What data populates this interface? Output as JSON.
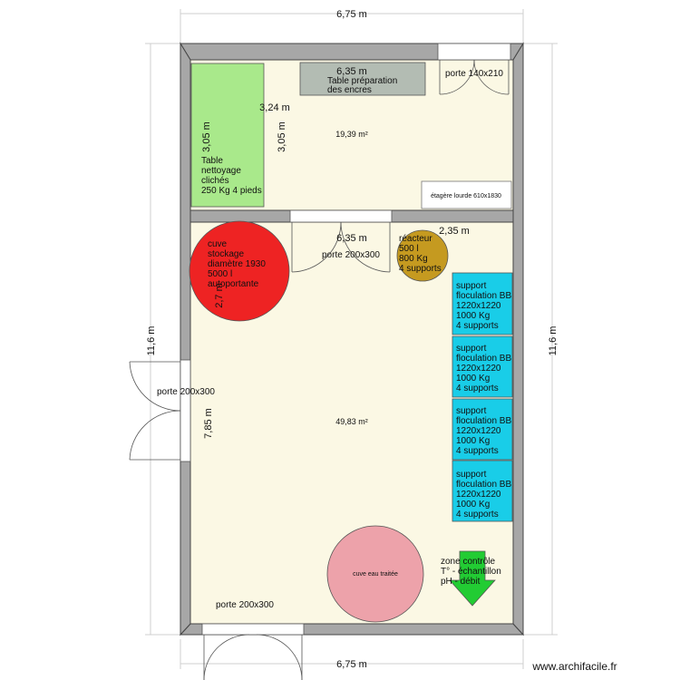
{
  "dimensions": {
    "top": "6,75 m",
    "bottom": "6,75 m",
    "left": "11,6 m",
    "right": "11,6 m",
    "upper_room_width": "6,35 m",
    "lower_room_width": "6,35 m",
    "upper_room_depth_a": "3,24 m",
    "upper_room_depth_b": "3,05 m",
    "upper_room_depth_c": "3,05 m",
    "reactor_offset": "2,35 m",
    "tank_offset": "2,7 m",
    "lower_room_depth": "7,85 m"
  },
  "rooms": {
    "upper_area": "19,39 m²",
    "lower_area": "49,83 m²"
  },
  "furniture": {
    "prep_table": [
      "Table préparation",
      "des encres"
    ],
    "cleaning_table": [
      "Table",
      "nettoyage",
      "clichés",
      "250 Kg 4 pieds"
    ],
    "shelf": "étagère lourde 610x1830",
    "storage_tank": [
      "cuve",
      "stockage",
      "diamètre 1930",
      "5000 l",
      "autoportante"
    ],
    "reactor": [
      "réacteur",
      "500 l",
      "800 Kg",
      "4 supports"
    ],
    "flocculation_supports": [
      [
        "support",
        "floculation BB",
        "1220x1220",
        "1000 Kg",
        "4 supports"
      ],
      [
        "support",
        "floculation BB",
        "1220x1220",
        "1000 Kg",
        "4 supports"
      ],
      [
        "support",
        "floculation BB",
        "1220x1220",
        "1000 Kg",
        "4 supports"
      ],
      [
        "support",
        "floculation BB",
        "1220x1220",
        "1000 Kg",
        "4 supports"
      ]
    ],
    "treated_water_tank": "cuve eau traitée",
    "control_zone": [
      "zone contrôle",
      "T° - échantillon",
      "pH - débit"
    ]
  },
  "doors": {
    "upper_right": "porte 140x210",
    "middle": "porte 200x300",
    "left": "porte 200x300",
    "bottom": "porte 200x300"
  },
  "colors": {
    "floor": "#fbf8e4",
    "wall": "#a7a7a7",
    "cleaning_table": "#a9e98b",
    "prep_table": "#b3bcb3",
    "storage_tank": "#ee2323",
    "reactor": "#c59a20",
    "flocculation": "#19cde8",
    "treated_water_tank": "#eda2aa",
    "control_zone": "#22cc33"
  },
  "watermark": "www.archifacile.fr"
}
